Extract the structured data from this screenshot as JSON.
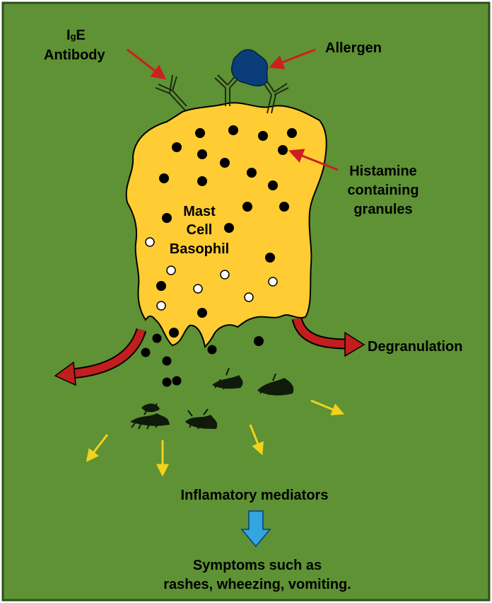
{
  "labels": {
    "ige_line1_left": "I",
    "ige_line1_sub": "g",
    "ige_line1_right": "E",
    "ige_line2": "Antibody",
    "allergen": "Allergen",
    "histamine_1": "Histamine",
    "histamine_2": "containing",
    "histamine_3": "granules",
    "cell_1": "Mast",
    "cell_2": "Cell",
    "cell_3": "Basophil",
    "degranulation": "Degranulation",
    "mediators": "Inflamatory mediators",
    "symptoms_1": "Symptoms such as",
    "symptoms_2": "rashes, wheezing, vomiting."
  },
  "colors": {
    "background": "#5e9234",
    "border": "#2f4f1a",
    "cell": "#ffcc33",
    "granule_dark": "#000000",
    "granule_empty": "#ffffff",
    "allergen": "#0b3d7a",
    "pointer_arrow": "#cc1f1f",
    "outflow_arrow": "#c21e1e",
    "mediator_arrow": "#f2d21a",
    "down_arrow": "#33a6e0"
  },
  "icons": {
    "antibody": "y-shaped-antibody-icon",
    "allergen": "allergen-blob-icon",
    "mediator": "mediator-cluster-icon"
  }
}
